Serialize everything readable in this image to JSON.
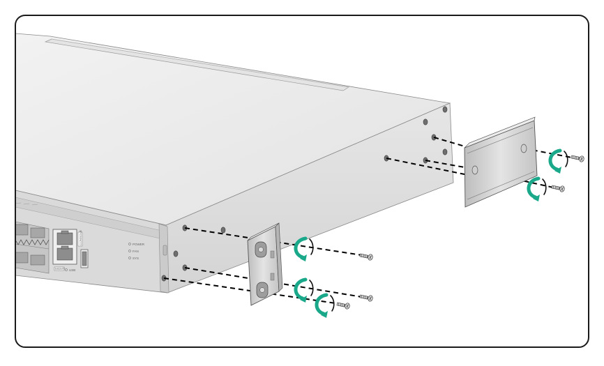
{
  "diagram": {
    "panel_labels": {
      "console": "CONSOLE",
      "mgmt": "MGMT",
      "usb": "USB",
      "power": "POWER",
      "fan": "FAN",
      "sys": "SYS"
    }
  },
  "colors": {
    "frame": "#1a1a1a",
    "chassis_top": "#e9e9e9",
    "chassis_side": "#dcdcdc",
    "front_panel": "#d9d9d9",
    "bracket": "#cfcfcf",
    "rotate_arrow": "#1aa88a",
    "guide_line": "#000000"
  },
  "icons": {
    "rotate": "clockwise-rotate-arrow-icon",
    "screw": "screw-icon"
  }
}
